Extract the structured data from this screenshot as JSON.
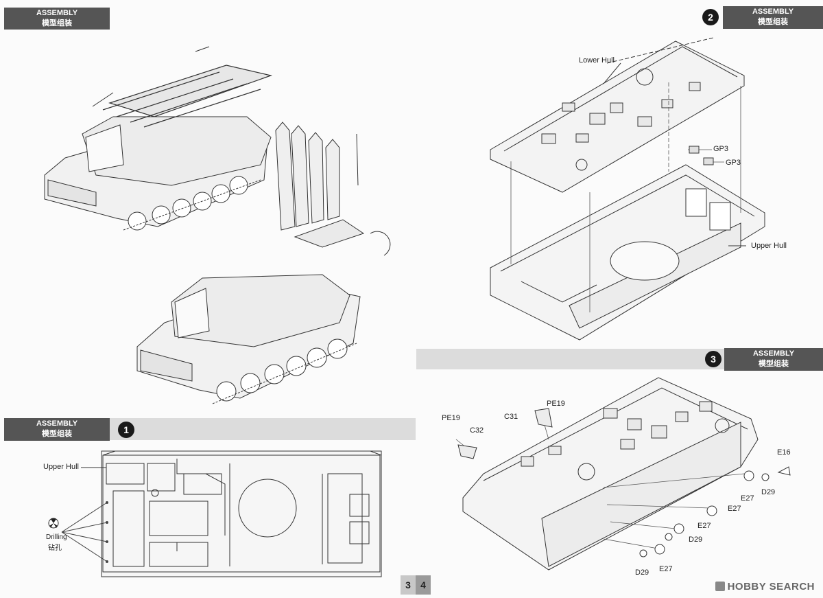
{
  "assembly_label": "ASSEMBLY",
  "assembly_label_zh": "模型组装",
  "steps": [
    {
      "number": "1",
      "title": "ASSEMBLY",
      "title_zh": "模型组装"
    },
    {
      "number": "2",
      "title": "ASSEMBLY",
      "title_zh": "模型组装"
    },
    {
      "number": "3",
      "title": "ASSEMBLY",
      "title_zh": "模型组装"
    }
  ],
  "step1": {
    "upper_hull": "Upper Hull",
    "drilling": "Drilling",
    "drilling_zh": "钻孔"
  },
  "step2": {
    "lower_hull": "Lower Hull",
    "upper_hull": "Upper Hull",
    "gp3_a": "GP3",
    "gp3_b": "GP3"
  },
  "step3": {
    "pe19_left": "PE19",
    "c32": "C32",
    "c31": "C31",
    "pe19_right": "PE19",
    "e16": "E16",
    "d29_a": "D29",
    "e27_a": "E27",
    "e27_b": "E27",
    "e27_c": "E27",
    "d29_b": "D29",
    "d29_c": "D29",
    "e27_d": "E27"
  },
  "pages": {
    "left": "3",
    "right": "4"
  },
  "watermark": "HOBBY SEARCH"
}
